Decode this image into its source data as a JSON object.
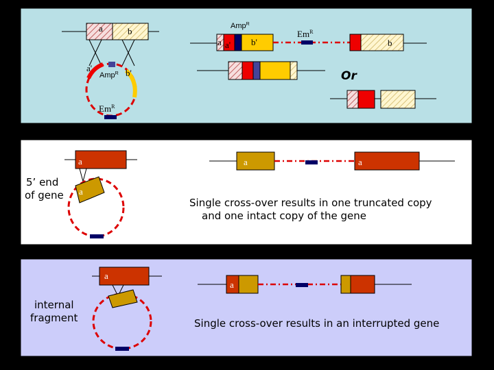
{
  "colors": {
    "panel1_bg": "#b9e0e6",
    "panel2_bg": "#ffffff",
    "panel3_bg": "#cccdfa",
    "red_gene": "#cc3300",
    "bright_red": "#ee0000",
    "gold": "#cc9900",
    "yellow": "#ffcc00",
    "navy": "#000066",
    "purple": "#444499",
    "plasmid_dash": "#dd0000"
  },
  "panel1": {
    "a_label": "a",
    "b_label": "b",
    "plasmid_a": "a'",
    "plasmid_b": "b'",
    "amp_plasmid": "Amp",
    "amp_plasmid_sup": "R",
    "em_plasmid": "Em",
    "em_plasmid_sup": "R",
    "amp_top": "Amp",
    "amp_top_sup": "R",
    "em_top": "Em",
    "em_top_sup": "R",
    "int_a": "a",
    "int_a_prime": "a'",
    "int_b_prime": "b'",
    "int_b": "b",
    "or_label": "Or"
  },
  "panel2": {
    "side_label_line1": "5’ end",
    "side_label_line2": "of gene",
    "gene_a": "a",
    "plasmid_a": "a",
    "result_a1": "a",
    "result_a2": "a",
    "caption_line1": "Single cross-over results in one truncated copy",
    "caption_line2": "and one intact copy of the gene"
  },
  "panel3": {
    "side_label_line1": "internal",
    "side_label_line2": "fragment",
    "gene_a": "a",
    "result_a": "a",
    "caption": "Single cross-over results in an interrupted gene"
  }
}
